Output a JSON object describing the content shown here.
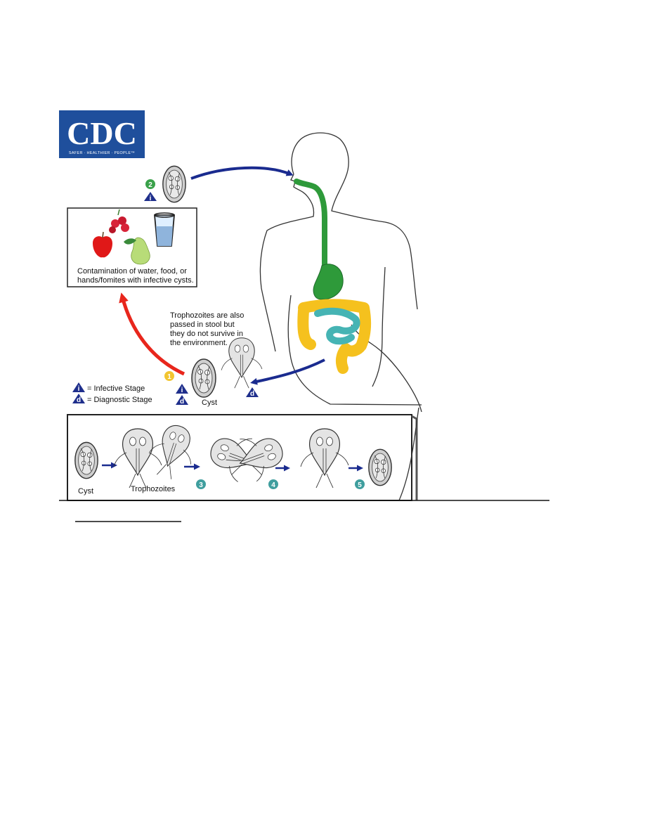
{
  "logo": {
    "text": "CDC",
    "tagline": "SAFER · HEALTHIER · PEOPLE™",
    "color": "#1f4f9c"
  },
  "labels": {
    "contamination_line1": "Contamination of water, food, or",
    "contamination_line2": "hands/fomites with infective cysts.",
    "troph_line1": "Trophozoites are also",
    "troph_line2": "passed in stool but",
    "troph_line3": "they do not survive in",
    "troph_line4": "the environment.",
    "cyst": "Cyst",
    "infective_stage": "= Infective Stage",
    "diagnostic_stage": "= Diagnostic Stage",
    "bottom_cyst": "Cyst",
    "bottom_trophozoites": "Trophozoites"
  },
  "stages": {
    "one": "1",
    "two": "2",
    "three": "3",
    "four": "4",
    "five": "5",
    "infective_marker": "i",
    "diagnostic_marker": "d"
  },
  "colors": {
    "arrow_blue": "#1a2b8f",
    "arrow_red": "#e8261c",
    "esophagus_stomach": "#2e9a3a",
    "colon": "#f5c11e",
    "small_intestine": "#46b4b4",
    "badge_green": "#3aa14a",
    "badge_yellow": "#f2c530",
    "badge_teal": "#3f9e9e",
    "triangle": "#1f2f8c"
  },
  "icons": {
    "food": "apple-pear-raspberry-icon",
    "water": "water-glass-icon",
    "cyst": "giardia-cyst-icon",
    "trophozoite": "giardia-trophozoite-icon"
  }
}
